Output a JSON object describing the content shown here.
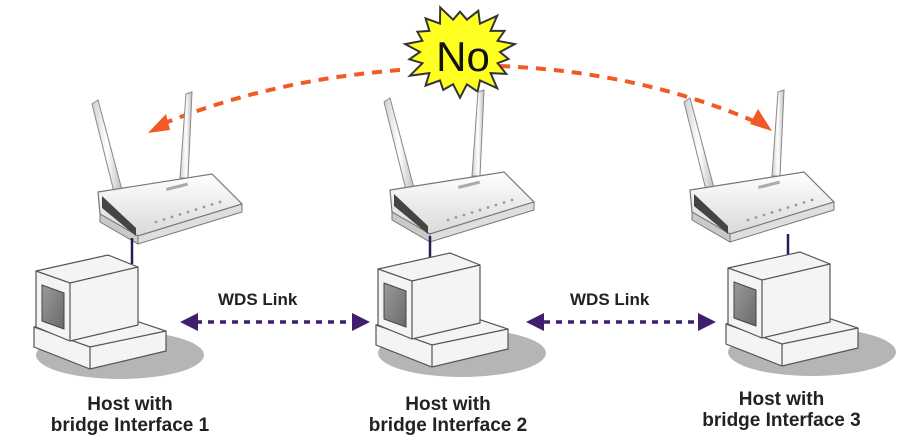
{
  "badge": {
    "text": "No",
    "fill_color": "#ffff22",
    "stroke_color": "#333333"
  },
  "links": [
    {
      "label": "WDS Link",
      "color": "#3d1f6e"
    },
    {
      "label": "WDS Link",
      "color": "#3d1f6e"
    }
  ],
  "blocked_link": {
    "color": "#f05a24"
  },
  "hosts": [
    {
      "line1": "Host with",
      "line2": "bridge Interface 1"
    },
    {
      "line1": "Host with",
      "line2": "bridge Interface 2"
    },
    {
      "line1": "Host with",
      "line2": "bridge Interface 3"
    }
  ],
  "devices": [
    {
      "type": "router-icon"
    },
    {
      "type": "router-icon"
    },
    {
      "type": "router-icon"
    }
  ],
  "colors": {
    "cable": "#2a1a55",
    "pc_body": "#f4f4f4",
    "pc_outline": "#555555",
    "pc_screen": "#8c8c8c",
    "shadow": "#b5b5b5"
  }
}
